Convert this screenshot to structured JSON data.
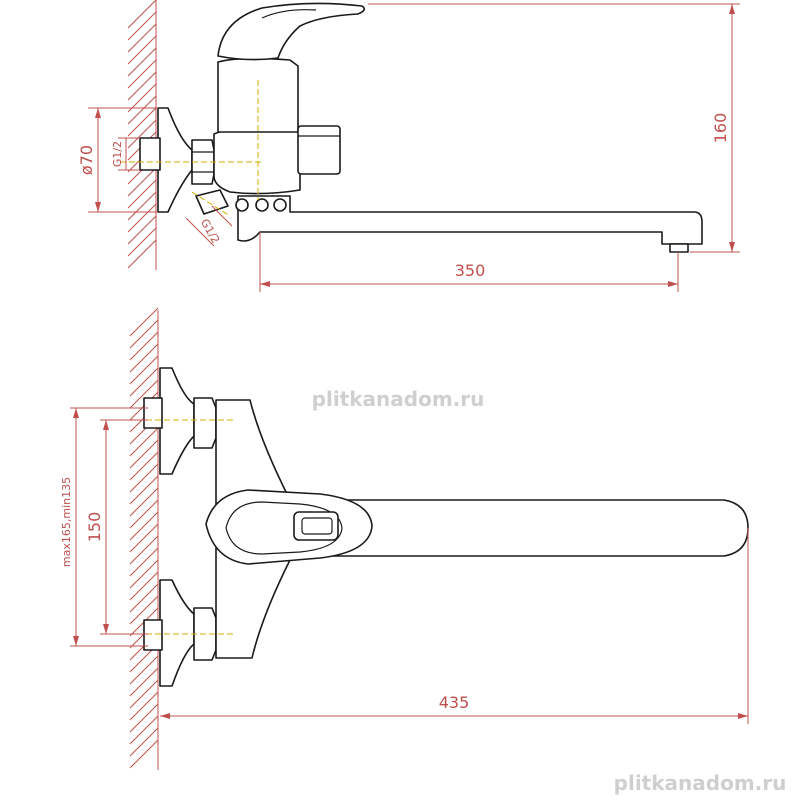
{
  "dimensions": {
    "top_diameter": "ø70",
    "top_thread_wall": "G1/2",
    "top_thread_hose": "G1/2",
    "top_height": "160",
    "top_spout_length": "350",
    "bottom_center_distance": "150",
    "bottom_range": "max165,min135",
    "bottom_total_length": "435"
  },
  "watermarks": {
    "middle": "plitkanadom.ru",
    "bottom": "plitkanadom.ru"
  },
  "colors": {
    "dimension": "#c0504d",
    "outline": "#1a1a1a",
    "centerline": "#d4b000",
    "watermark": "#cfcfcf"
  }
}
